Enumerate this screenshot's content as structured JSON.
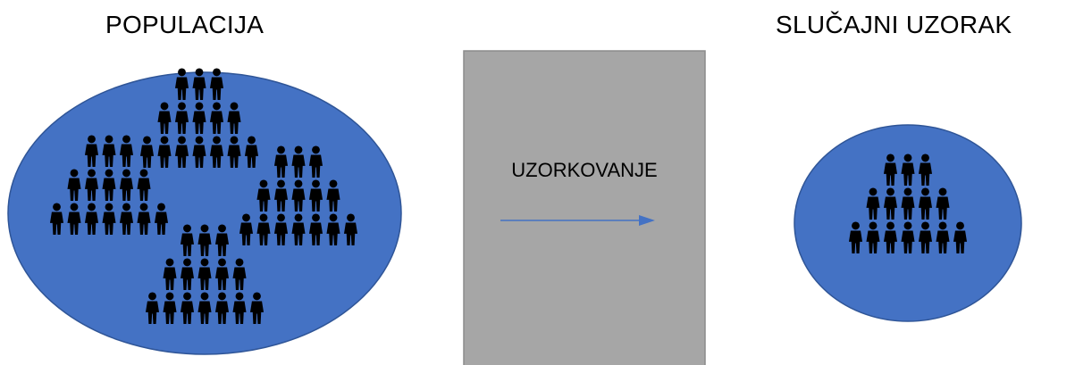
{
  "population": {
    "title": "POPULACIJA"
  },
  "sample": {
    "title": "SLUČAJNI UZORAK"
  },
  "process": {
    "label": "UZORKOVANJE"
  },
  "colors": {
    "circle_fill": "#4472C4",
    "circle_stroke": "#2F5597",
    "box_fill": "#A6A6A6",
    "box_stroke": "#8C8C8C",
    "arrow": "#4472C4",
    "people": "#000000"
  },
  "icons": {
    "person": "person-icon",
    "arrow": "arrow-right-icon"
  }
}
